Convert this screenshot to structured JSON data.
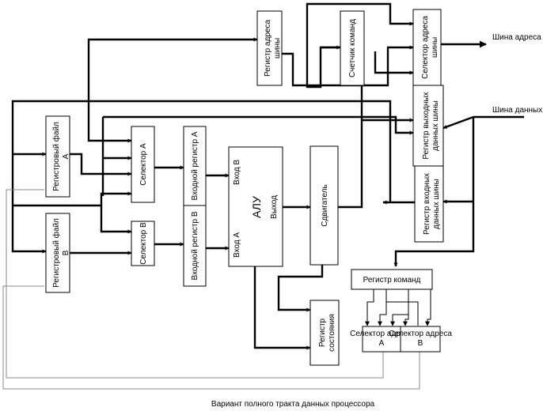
{
  "blocks": {
    "reg_file_a": "Регистровый файл А",
    "reg_file_b": "Регистровый файл В",
    "selector_a": "Селектор А",
    "selector_b": "Селектор В",
    "input_reg_a": "Входной регистр А",
    "input_reg_b": "Входной регистр В",
    "alu": "АЛУ",
    "alu_input_b": "Вход В",
    "alu_input_a": "Вход А",
    "alu_output": "Выход",
    "shifter": "Сдвигатель",
    "bus_address_register": "Регистр адреса шины",
    "program_counter": "Счетчик команд",
    "bus_address_selector": "Селектор адреса шины",
    "bus_output_data_register": "Регистр выходных данных шины",
    "bus_input_data_register": "Регистр входных данных шины",
    "instruction_register": "Регистр команд",
    "status_register": "Регистр состояния",
    "address_selector_a": "Селектор адреса А",
    "address_selector_b": "Селектор адреса В"
  },
  "labels": {
    "address_bus": "Шина адреса",
    "data_bus": "Шина данных"
  },
  "caption": "Вариант полного тракта данных процессора"
}
